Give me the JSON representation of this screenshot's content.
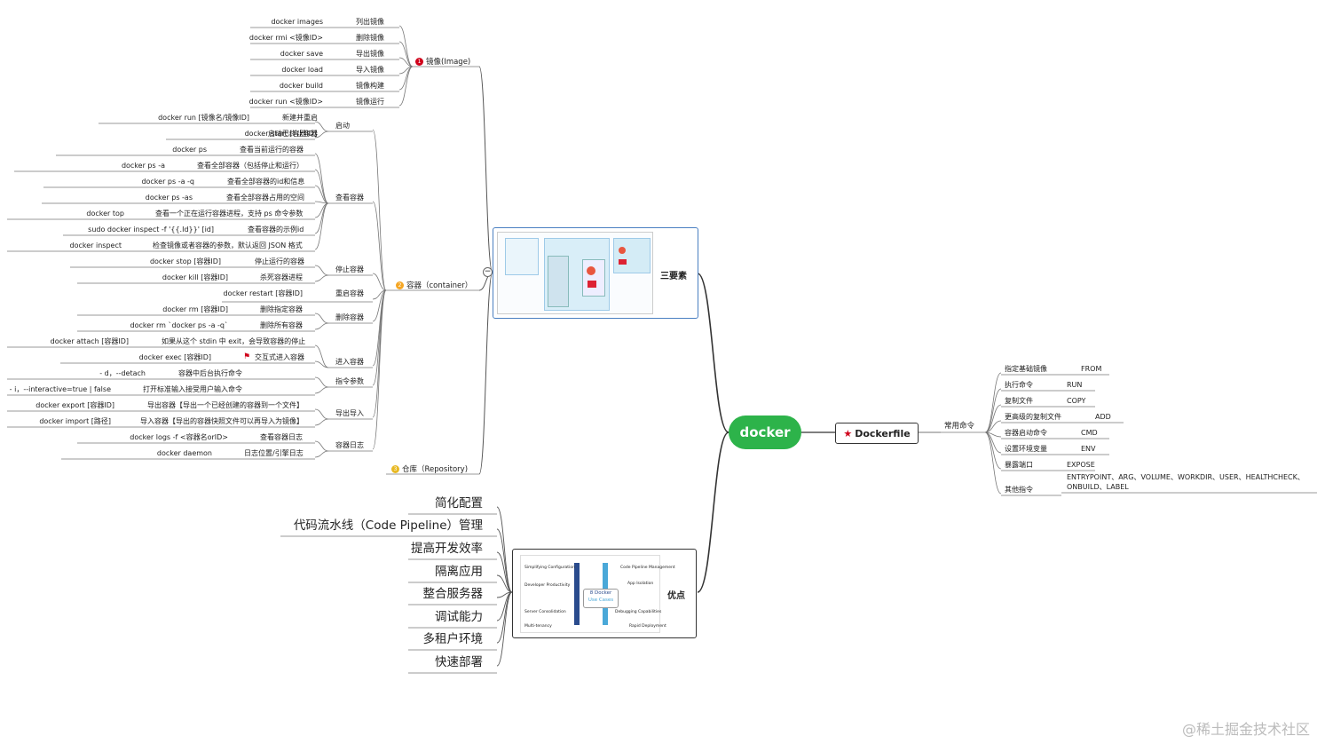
{
  "root": {
    "label": "docker"
  },
  "dockerfile": {
    "label": "Dockerfile",
    "group": "常用命令",
    "items": [
      {
        "k": "指定基础镜像",
        "v": "FROM"
      },
      {
        "k": "执行命令",
        "v": "RUN"
      },
      {
        "k": "复制文件",
        "v": "COPY"
      },
      {
        "k": "更高级的复制文件",
        "v": "ADD"
      },
      {
        "k": "容器启动命令",
        "v": "CMD"
      },
      {
        "k": "设置环境变量",
        "v": "ENV"
      },
      {
        "k": "暴露端口",
        "v": "EXPOSE"
      },
      {
        "k": "其他指令",
        "v1": "ENTRYPOINT、ARG、VOLUME、WORKDIR、USER、HEALTHCHECK、",
        "v2": "ONBUILD、LABEL"
      }
    ]
  },
  "three": {
    "label": "三要素",
    "branches": {
      "image": "镜像(Image)",
      "container": "容器（container）",
      "repo": "仓库（Repository)"
    },
    "badges": {
      "image": "1",
      "container": "2",
      "repo": "3"
    }
  },
  "image_cmds": [
    {
      "cmd": "docker images",
      "desc": "列出镜像"
    },
    {
      "cmd": "docker rmi <镜像ID>",
      "desc": "删除镜像"
    },
    {
      "cmd": "docker save",
      "desc": "导出镜像"
    },
    {
      "cmd": "docker load",
      "desc": "导入镜像"
    },
    {
      "cmd": "docker  build",
      "desc": "镜像构建"
    },
    {
      "cmd": "docker run <镜像ID>",
      "desc": "镜像运行"
    }
  ],
  "container": {
    "start": {
      "label": "启动",
      "items": [
        {
          "cmd": "docker run [镜像名/镜像ID]",
          "desc": "新建并重启"
        },
        {
          "cmd": "docker start [容器ID]",
          "desc": "启动已终止容器"
        }
      ]
    },
    "view": {
      "label": "查看容器",
      "items": [
        {
          "cmd": "docker ps",
          "desc": "查看当前运行的容器"
        },
        {
          "cmd": "docker ps -a",
          "desc": "查看全部容器（包括停止和运行）"
        },
        {
          "cmd": "docker ps -a -q",
          "desc": "查看全部容器的id和信息"
        },
        {
          "cmd": "docker ps -as",
          "desc": "查看全部容器占用的空间"
        },
        {
          "cmd": "docker top",
          "desc": "查看一个正在运行容器进程，支持 ps 命令参数"
        },
        {
          "cmd": "sudo docker inspect -f  '{{.Id}}' [id]",
          "desc": "查看容器的示例id"
        },
        {
          "cmd": "docker inspect",
          "desc": "检查镜像或者容器的参数，默认返回 JSON 格式"
        }
      ]
    },
    "stop": {
      "label": "停止容器",
      "items": [
        {
          "cmd": "docker stop [容器ID]",
          "desc": "停止运行的容器"
        },
        {
          "cmd": "docker  kill [容器ID]",
          "desc": "杀死容器进程"
        }
      ]
    },
    "restart": {
      "label": "重启容器",
      "cmd": "docker restart [容器ID]"
    },
    "remove": {
      "label": "删除容器",
      "items": [
        {
          "cmd": "docker  rm [容器ID]",
          "desc": "删除指定容器"
        },
        {
          "cmd": "docker rm `docker ps -a -q`",
          "desc": "删除所有容器"
        }
      ]
    },
    "enter": {
      "label": "进入容器",
      "items": [
        {
          "cmd": "docker attach [容器ID]",
          "desc": "如果从这个 stdin 中 exit，会导致容器的停止"
        },
        {
          "cmd": "docker exec [容器ID]",
          "desc": "交互式进入容器"
        }
      ]
    },
    "params": {
      "label": "指令参数",
      "items": [
        {
          "cmd": "-  d，--detach",
          "desc": "容器中后台执行命令"
        },
        {
          "cmd": "-  i，--interactive=true | false",
          "desc": "打开标准输入接受用户输入命令"
        }
      ]
    },
    "export": {
      "label": "导出导入",
      "items": [
        {
          "cmd": "docker export [容器ID]",
          "desc": "导出容器【导出一个已经创建的容器到一个文件】"
        },
        {
          "cmd": "docker import [路径]",
          "desc": "导入容器【导出的容器快照文件可以再导入为镜像】"
        }
      ]
    },
    "logs": {
      "label": "容器日志",
      "items": [
        {
          "cmd": "docker logs -f <容器名orID>",
          "desc": "查看容器日志"
        },
        {
          "cmd": "docker daemon",
          "desc": "日志位置/引擎日志"
        }
      ]
    }
  },
  "advantages": {
    "label": "优点",
    "items": [
      "简化配置",
      "代码流水线（Code Pipeline）管理",
      "提高开发效率",
      "隔离应用",
      "整合服务器",
      "调试能力",
      "多租户环境",
      "快速部署"
    ],
    "thumb": {
      "center1": "8 Docker",
      "center2": "Use Cases",
      "a": "Simplifying Configuration",
      "b": "Developer Productivity",
      "c": "Server Consolidation",
      "d": "Multi-tenancy",
      "e": "Code Pipeline Management",
      "f": "App Isolation",
      "g": "Debugging Capabilities",
      "h": "Rapid Deployment"
    }
  },
  "watermark": "@稀土掘金技术社区",
  "colors": {
    "root": "#2db34a",
    "badge_red": "#d0021b",
    "badge_orange": "#f5a623",
    "badge_gold": "#e8b923",
    "thumb_blue": "#4aa8d8"
  }
}
